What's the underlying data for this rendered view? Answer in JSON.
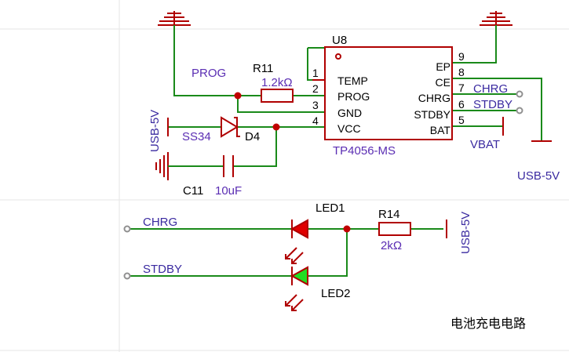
{
  "title": "电池充电电路",
  "colors": {
    "wire": "#1a8a1a",
    "component": "#b00000",
    "junction": "#c00000",
    "designator": "#5a2db3",
    "net_label": "#3a2aa0",
    "led1_fill": "#e00000",
    "led2_fill": "#22dd22"
  },
  "ic": {
    "designator": "U8",
    "part_number": "TP4056-MS",
    "left_pins": [
      {
        "number": "1",
        "name": "TEMP"
      },
      {
        "number": "2",
        "name": "PROG"
      },
      {
        "number": "3",
        "name": "GND"
      },
      {
        "number": "4",
        "name": "VCC"
      }
    ],
    "right_pins": [
      {
        "number": "9",
        "name": "EP"
      },
      {
        "number": "8",
        "name": "CE"
      },
      {
        "number": "7",
        "name": "CHRG"
      },
      {
        "number": "6",
        "name": "STDBY"
      },
      {
        "number": "5",
        "name": "BAT"
      }
    ]
  },
  "r11": {
    "designator": "R11",
    "value": "1.2kΩ"
  },
  "r14": {
    "designator": "R14",
    "value": "2kΩ"
  },
  "d4": {
    "designator": "D4",
    "part": "SS34"
  },
  "c11": {
    "designator": "C11",
    "value": "10uF"
  },
  "led1": {
    "designator": "LED1"
  },
  "led2": {
    "designator": "LED2"
  },
  "nets": {
    "prog": "PROG",
    "usb5v_left": "USB-5V",
    "usb5v_right": "USB-5V",
    "usb5v_led": "USB-5V",
    "chrg_out": "CHRG",
    "stdby_out": "STDBY",
    "vbat": "VBAT",
    "chrg_in": "CHRG",
    "stdby_in": "STDBY"
  }
}
